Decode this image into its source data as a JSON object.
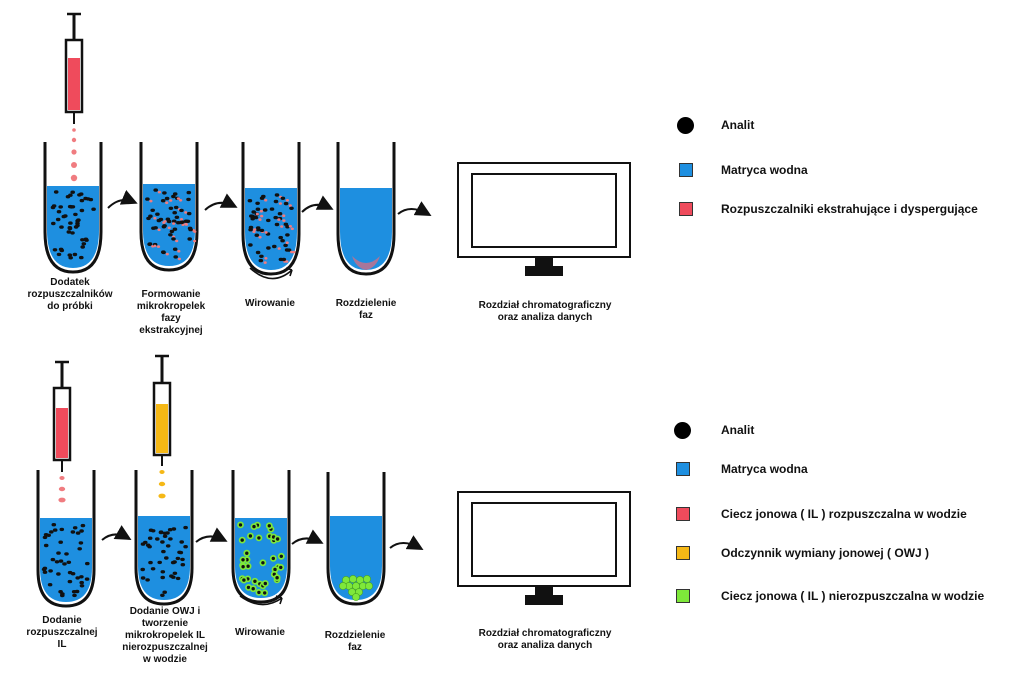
{
  "colors": {
    "water": "#1e8fe0",
    "analyte": "#111111",
    "red_solvent": "#ef4b5c",
    "owj": "#f5b816",
    "green_il": "#7ee83a",
    "pink_drop": "#f07c80",
    "outline": "#111111"
  },
  "top": {
    "steps": [
      {
        "label": "Dodatek\nrozpuszczalników\ndo próbki"
      },
      {
        "label": "Formowanie\nmikrokropelek\nfazy\nekstrakcyjnej"
      },
      {
        "label": "Wirowanie"
      },
      {
        "label": "Rozdzielenie\nfaz"
      }
    ],
    "monitor_label": "Rozdział chromatograficzny\noraz analiza danych",
    "legend": [
      {
        "icon": "analyte-dot",
        "label": "Analit"
      },
      {
        "icon": "water-square",
        "label": "Matryca wodna"
      },
      {
        "icon": "red-square",
        "label": "Rozpuszczalniki ekstrahujące i dyspergujące"
      }
    ]
  },
  "bottom": {
    "steps": [
      {
        "label": "Dodanie\nrozpuszczalnej\nIL"
      },
      {
        "label": "Dodanie OWJ i\ntworzenie\nmikrokropelek IL\nnierozpuszczalnej\nw wodzie"
      },
      {
        "label": "Wirowanie"
      },
      {
        "label": "Rozdzielenie\nfaz"
      }
    ],
    "monitor_label": "Rozdział chromatograficzny\noraz analiza danych",
    "legend": [
      {
        "icon": "analyte-dot",
        "label": "Analit"
      },
      {
        "icon": "water-square",
        "label": "Matryca wodna"
      },
      {
        "icon": "red-square",
        "label": "Ciecz jonowa ( IL ) rozpuszczalna w wodzie"
      },
      {
        "icon": "yellow-square",
        "label": "Odczynnik wymiany jonowej ( OWJ )"
      },
      {
        "icon": "green-square",
        "label": "Ciecz jonowa ( IL ) nierozpuszczalna w wodzie"
      }
    ]
  }
}
